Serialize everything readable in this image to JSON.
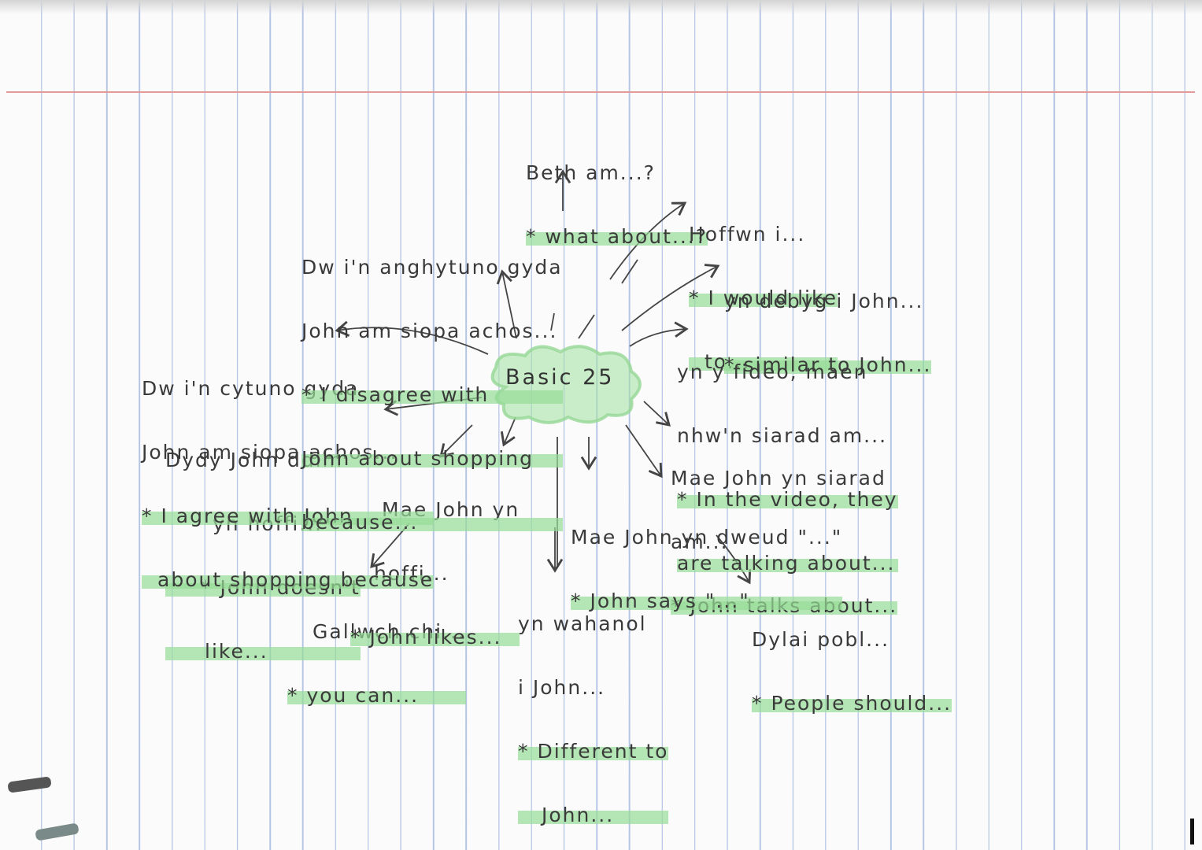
{
  "center": {
    "label": "Basic 25"
  },
  "notes": {
    "top": {
      "welsh": [
        "Beth am...?"
      ],
      "english": [
        "* what about...?"
      ]
    },
    "hoffwn": {
      "welsh": [
        "Hoffwn i..."
      ],
      "english": [
        "* I would like",
        "to..."
      ]
    },
    "debyg": {
      "welsh": [
        "yn debyg i John..."
      ],
      "english": [
        "* similar to John..."
      ]
    },
    "fideo": {
      "welsh": [
        "yn y fideo, maen",
        "nhw'n siarad am..."
      ],
      "english": [
        "* In the video, they",
        "are talking about..."
      ]
    },
    "siarad": {
      "welsh": [
        "Mae John yn siarad",
        "am..."
      ],
      "english": [
        "* John talks about..."
      ]
    },
    "dweud": {
      "welsh": [
        "Mae John yn dweud \"...\""
      ],
      "english": [
        "* John says \"...\""
      ]
    },
    "pobl": {
      "welsh": [
        "Dylai pobl..."
      ],
      "english": [
        "* People should..."
      ]
    },
    "gwahanol": {
      "welsh": [
        "yn wahanol",
        "i John..."
      ],
      "english": [
        "* Different to",
        "John..."
      ]
    },
    "gallwch": {
      "welsh": [
        "Gallwch chi..."
      ],
      "english": [
        "* you can..."
      ]
    },
    "hoffi": {
      "welsh": [
        "Mae John yn",
        "hoffi..."
      ],
      "english": [
        "* John likes..."
      ]
    },
    "ddim_hoffi": {
      "welsh": [
        "Dydy John ddim",
        "yn hoffi..."
      ],
      "english": [
        "* John doesn't",
        "like..."
      ]
    },
    "cytuno": {
      "welsh": [
        "Dw i'n cytuno gyda",
        "John am siopa achos..."
      ],
      "english": [
        "* I agree with John",
        "about shopping because"
      ]
    },
    "anghytuno": {
      "welsh": [
        "Dw i'n anghytuno gyda",
        "John am siopa achos..."
      ],
      "english": [
        "* I disagree with",
        "John about shopping",
        "because..."
      ]
    }
  },
  "colors": {
    "highlight": "#96dc96",
    "ink": "#3a3a3a",
    "rule_line": "#7896d2",
    "margin_line": "#e59a9a"
  }
}
